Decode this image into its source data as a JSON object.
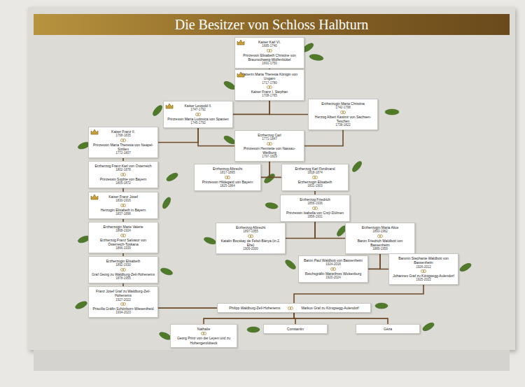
{
  "diagram": {
    "title": "Die Besitzer von Schloss Halbturn",
    "nodes": [
      {
        "text": [
          "Kaiser Karl VI.",
          "1685-1740",
          "Prinzessin Elisabeth Christine von Braunschweig-Wolfenbüttel",
          "1691-1750"
        ]
      },
      {
        "text": [
          "Kaiserin Maria Theresia Königin von Ungarn",
          "1717-1780",
          "Kaiser Franz I. Stephan",
          "1708-1765"
        ]
      },
      {
        "text": [
          "Kaiser Leopold II.",
          "1747-1792",
          "Prinzessin Maria Ludovica von Spanien",
          "1745-1792"
        ]
      },
      {
        "text": [
          "Erzherzogin Maria Christina",
          "1742-1798",
          "Herzog Albert Kasimir von Sachsen-Teschen",
          "1738-1822"
        ]
      },
      {
        "text": [
          "Kaiser Franz II.",
          "1768-1835",
          "Prinzessin Maria Theresia von Neapel-Sizilien",
          "1772-1807"
        ]
      },
      {
        "text": [
          "Erzherzog Carl",
          "1771-1847",
          "Prinzessin Henriette von Nassau-Weilburg",
          "1797-1829"
        ]
      },
      {
        "text": [
          "Erzherzog Franz Karl von Österreich",
          "1802-1878",
          "Prinzessin Sophie von Bayern",
          "1805-1872"
        ]
      },
      {
        "text": [
          "Erzherzog Albrecht",
          "1817-1895",
          "Prinzessin Hildegard von Bayern",
          "1825-1864"
        ]
      },
      {
        "text": [
          "Erzherzog Karl Ferdinand",
          "1818-1874",
          "Erzherzogin Elisabeth",
          "1831-1903"
        ]
      },
      {
        "text": [
          "Kaiser Franz Josef",
          "1830-1916",
          "Herzogin Elisabeth in Bayern",
          "1837-1898"
        ]
      },
      {
        "text": [
          "Erzherzog Friedrich",
          "1856-1936",
          "Prinzessin Isabella von Croÿ-Dülmen",
          "1856-1931"
        ]
      },
      {
        "text": [
          "Erzherzogin Marie Valerie",
          "1868-1924",
          "Erzherzog Franz Salvator von Österreich-Toskana",
          "1866-1939"
        ]
      },
      {
        "text": [
          "Erzherzog Albrecht",
          "1897-1955",
          "Katalin Bocskay de Felsö-Bánya (in 2. Ehe)",
          "1909-2000"
        ]
      },
      {
        "text": [
          "Erzherzogin Maria Alice",
          "1893-1962",
          "Baron Friedrich Waldbott von Bassenheim",
          "1889-1959"
        ]
      },
      {
        "text": [
          "Erzherzogin Elisabeth",
          "1892-1930",
          "Graf Georg zu Waldburg-Zeil-Hohenems",
          "1878-1955"
        ]
      },
      {
        "text": [
          "Baron Paul Waldbott von Bassenheim",
          "1924-2018",
          "Reichsgräfin Mariethres Wickenburg",
          "1920-2024"
        ]
      },
      {
        "text": [
          "Baronin Stephanie Waldbott von Bassenheim",
          "1926-2012",
          "Johannes Graf zu Königsegg-Aulendorf",
          "1925-2022"
        ]
      },
      {
        "text": [
          "Franz Josef Graf zu Waldburg-Zeil-Hohenems",
          "1927-2022",
          "Priscilla Gräfin Schönborn-Wiesentheid",
          "1934-2023"
        ]
      },
      {
        "text": [
          "Philipp Waldburg-Zeil-Hohenems",
          "Markus Graf zu Königsegg-Aulendorf"
        ]
      },
      {
        "text": [
          "Nathalie",
          "Georg Prinz von der Leyen und zu Hohengeroldseck"
        ]
      },
      {
        "text": [
          "Constantin"
        ]
      },
      {
        "text": [
          "Géza"
        ]
      }
    ],
    "edges": [
      {
        "from": 0,
        "to": 1,
        "arrow": "none"
      },
      {
        "from": 1,
        "to": 2,
        "arrow": "none"
      },
      {
        "from": 1,
        "to": 3,
        "arrow": "none"
      },
      {
        "from": 2,
        "to": 4,
        "arrow": "none"
      },
      {
        "from": 2,
        "to": 5,
        "arrow": "none"
      },
      {
        "from": 3,
        "to": 5,
        "arrow": "none"
      },
      {
        "from": 4,
        "to": 6,
        "arrow": "none"
      },
      {
        "from": 5,
        "to": 7,
        "arrow": "none"
      },
      {
        "from": 5,
        "to": 8,
        "arrow": "none"
      },
      {
        "from": 6,
        "to": 9,
        "arrow": "none"
      },
      {
        "from": 8,
        "to": 10,
        "arrow": "none"
      },
      {
        "from": 9,
        "to": 11,
        "arrow": "none"
      },
      {
        "from": 10,
        "to": 12,
        "arrow": "none"
      },
      {
        "from": 10,
        "to": 13,
        "arrow": "none"
      },
      {
        "from": 11,
        "to": 14,
        "arrow": "none"
      },
      {
        "from": 13,
        "to": 15,
        "arrow": "none"
      },
      {
        "from": 13,
        "to": 16,
        "arrow": "none"
      },
      {
        "from": 14,
        "to": 17,
        "arrow": "none"
      },
      {
        "from": 17,
        "to": 18,
        "arrow": "none"
      },
      {
        "from": 16,
        "to": 18,
        "arrow": "none"
      },
      {
        "from": 18,
        "to": 19,
        "arrow": "none"
      },
      {
        "from": 18,
        "to": 20,
        "arrow": "none"
      },
      {
        "from": 18,
        "to": 21,
        "arrow": "none"
      }
    ]
  }
}
